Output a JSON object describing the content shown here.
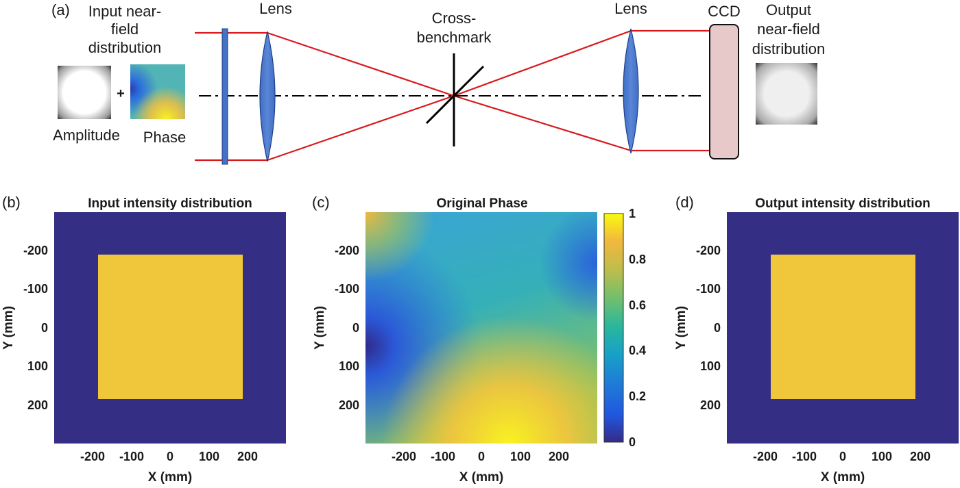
{
  "panel_a": {
    "label": "(a)",
    "input_title": [
      "Input near-",
      "field",
      "distribution"
    ],
    "amplitude_label": "Amplitude",
    "phase_label": "Phase",
    "plus": "+",
    "lens1_label": "Lens",
    "lens2_label": "Lens",
    "cross_label": [
      "Cross-",
      "benchmark"
    ],
    "ccd_label": "CCD",
    "output_title": [
      "Output",
      "near-field",
      "distribution"
    ]
  },
  "panel_b": {
    "label": "(b)",
    "title": "Input intensity distribution",
    "xlabel": "X (mm)",
    "ylabel": "Y (mm)",
    "xticks": [
      "-200",
      "-100",
      "0",
      "100",
      "200"
    ],
    "yticks": [
      "-200",
      "-100",
      "0",
      "100",
      "200"
    ]
  },
  "panel_c": {
    "label": "(c)",
    "title": "Original Phase",
    "xlabel": "X (mm)",
    "ylabel": "Y (mm)",
    "xticks": [
      "-200",
      "-100",
      "0",
      "100",
      "200"
    ],
    "yticks": [
      "-200",
      "-100",
      "0",
      "100",
      "200"
    ],
    "colorbar_ticks": [
      "0",
      "0.2",
      "0.4",
      "0.6",
      "0.8",
      "1"
    ]
  },
  "panel_d": {
    "label": "(d)",
    "title": "Output intensity distribution",
    "xlabel": "X (mm)",
    "ylabel": "Y (mm)",
    "xticks": [
      "-200",
      "-100",
      "0",
      "100",
      "200"
    ],
    "yticks": [
      "-200",
      "-100",
      "0",
      "100",
      "200"
    ]
  },
  "colors": {
    "beam": "#d7191c",
    "lens": "#4472c4",
    "ccd": "#e8c9c9",
    "background_field": "#342e85",
    "square_field": "#f0c63a"
  }
}
